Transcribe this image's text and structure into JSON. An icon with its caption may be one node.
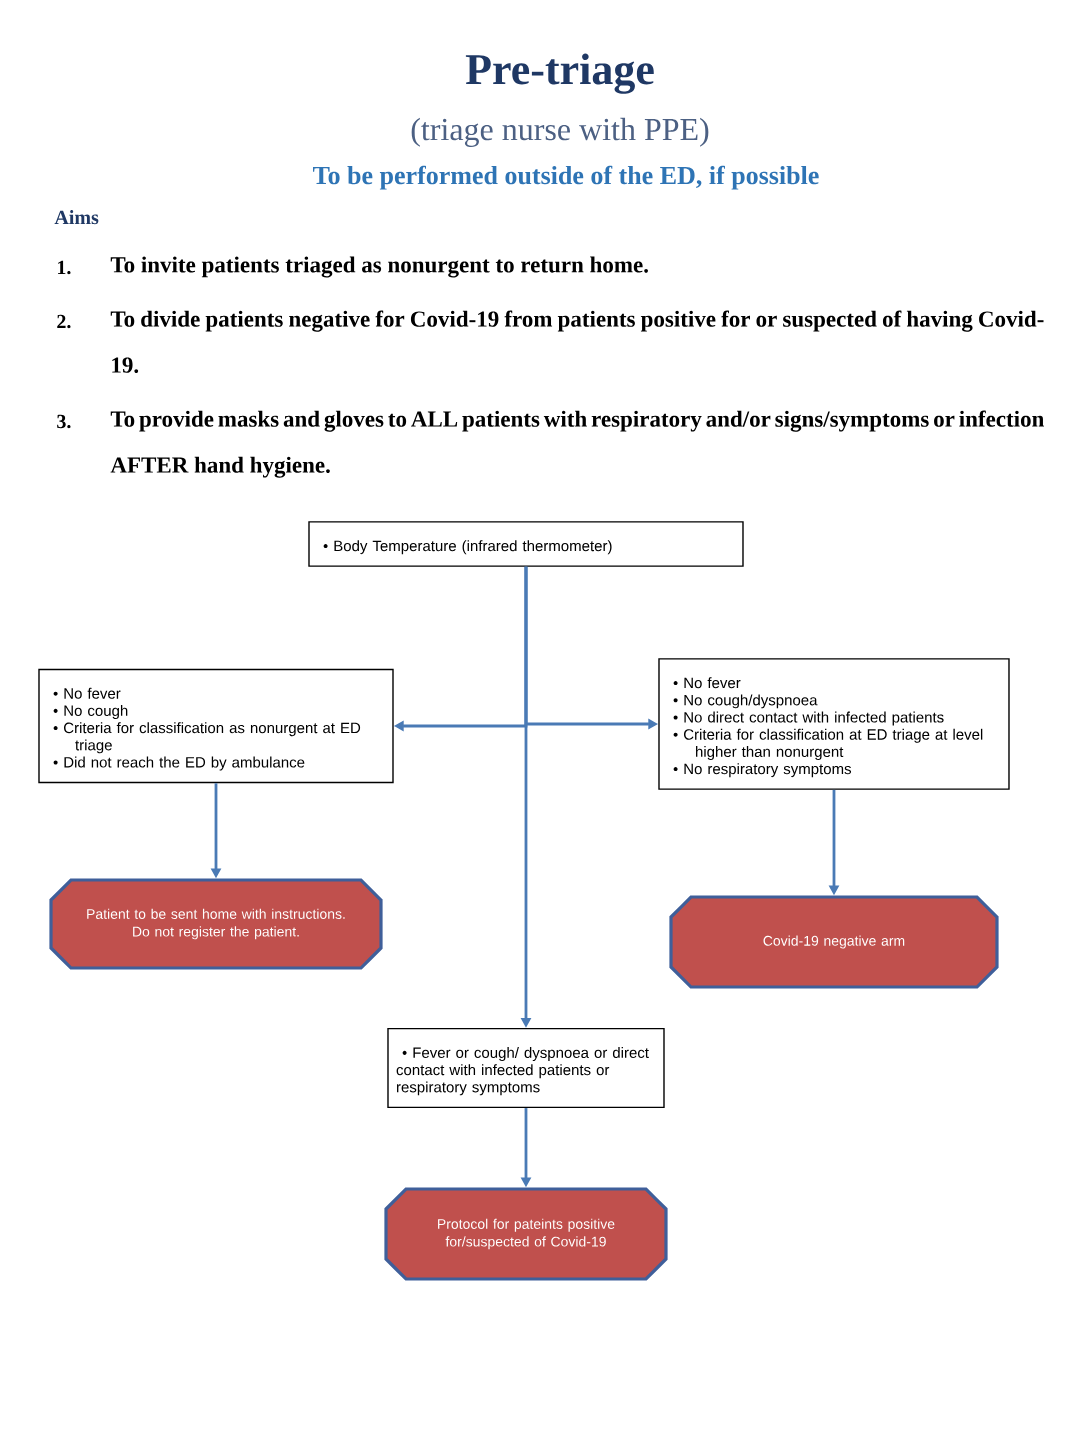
{
  "diagram": {
    "title": "Pre-triage",
    "nodes": [
      {
        "text": [
          "• Body Temperature (infrared thermometer)"
        ]
      },
      {
        "text": [
          "• No fever",
          "• No cough",
          "• Criteria for classification as nonurgent at ED triage",
          "• Did not reach the ED by ambulance"
        ]
      },
      {
        "text": [
          "• No fever",
          "• No cough/dyspnoea",
          "• No direct contact with infected patients",
          "• Criteria for classification at ED triage at level higher than nonurgent",
          "• No respiratory symptoms"
        ]
      },
      {
        "text": [
          "Patient to be sent home with instructions.",
          "Do not register the patient."
        ]
      },
      {
        "text": [
          "Covid-19 negative arm"
        ]
      },
      {
        "text": [
          "• Fever or cough/ dyspnoea or direct contact with infected patients or respiratory symptoms"
        ]
      },
      {
        "text": [
          "Protocol for pateints positive for/suspected of Covid-19"
        ]
      }
    ],
    "edges": [
      {
        "from": 0,
        "to": 1,
        "arrow": "to"
      },
      {
        "from": 0,
        "to": 2,
        "arrow": "to"
      },
      {
        "from": 0,
        "to": 5,
        "arrow": "to"
      },
      {
        "from": 1,
        "to": 3,
        "arrow": "to"
      },
      {
        "from": 2,
        "to": 4,
        "arrow": "to"
      },
      {
        "from": 5,
        "to": 6,
        "arrow": "to"
      }
    ],
    "labels": [
      "(triage nurse with PPE)",
      "To be performed outside of the ED, if possible",
      "Aims",
      "1.",
      "To invite patients triaged as nonurgent to return home.",
      "2.",
      "To divide patients negative for Covid-19 from patients positive for or suspected of having Covid-19.",
      "3.",
      "To provide masks and gloves to ALL patients with respiratory and/or signs/symptoms or infection AFTER hand hygiene."
    ]
  }
}
